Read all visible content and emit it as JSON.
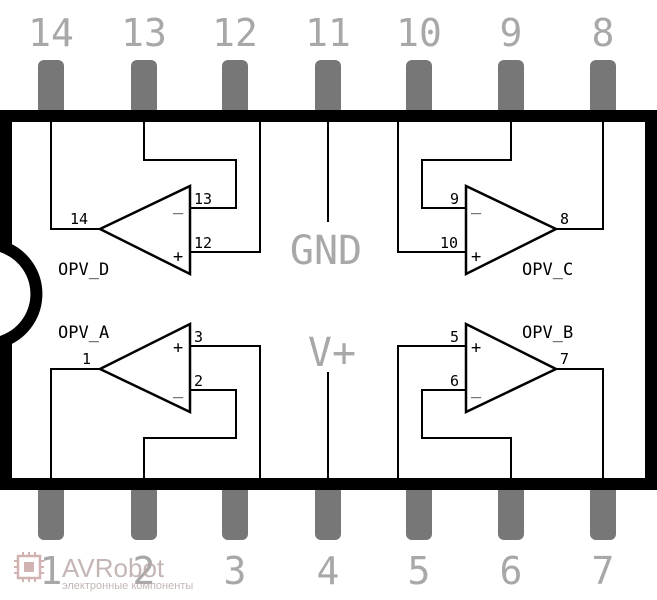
{
  "pins": {
    "top": [
      "14",
      "13",
      "12",
      "11",
      "10",
      "9",
      "8"
    ],
    "bottom": [
      "1",
      "2",
      "3",
      "4",
      "5",
      "6",
      "7"
    ]
  },
  "labels": {
    "gnd": "GND",
    "vplus": "V+"
  },
  "amps": {
    "d": {
      "name": "OPV_D",
      "out": "14",
      "minus": "13",
      "plus": "12"
    },
    "c": {
      "name": "OPV_C",
      "out": "8",
      "minus": "9",
      "plus": "10"
    },
    "a": {
      "name": "OPV_A",
      "out": "1",
      "minus": "2",
      "plus": "3"
    },
    "b": {
      "name": "OPV_B",
      "out": "7",
      "minus": "6",
      "plus": "5"
    }
  },
  "signs": {
    "plus": "+",
    "minus": "_"
  },
  "logo": {
    "name": "AVRobot",
    "tagline": "электронные компоненты"
  },
  "colors": {
    "pin": "#777777",
    "label": "#a8a8a8",
    "outline": "#000000"
  }
}
